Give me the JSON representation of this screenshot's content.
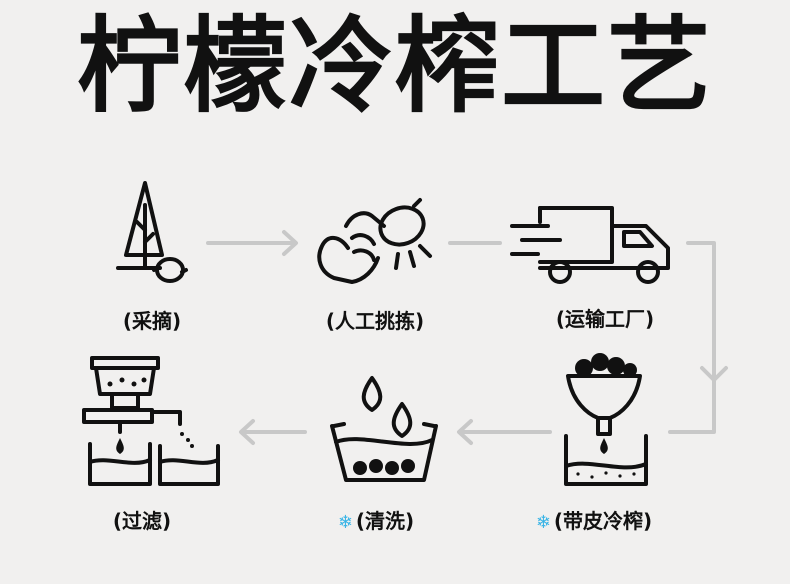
{
  "title": "柠檬冷榨工艺",
  "colors": {
    "ink": "#111111",
    "arrow": "#c8c8c8",
    "snow": "#39b4e6",
    "background": "#f1f0ef"
  },
  "steps": [
    {
      "label": "(采摘)",
      "icon": "tree-lemon-icon",
      "cold": false
    },
    {
      "label": "(人工挑拣)",
      "icon": "hand-pick-lemon-icon",
      "cold": false
    },
    {
      "label": "(运输工厂)",
      "icon": "truck-icon",
      "cold": false
    },
    {
      "label": "(带皮冷榨)",
      "icon": "funnel-press-icon",
      "cold": true
    },
    {
      "label": "(清洗)",
      "icon": "wash-bowl-icon",
      "cold": true
    },
    {
      "label": "(过滤)",
      "icon": "filter-tanks-icon",
      "cold": false
    }
  ],
  "cold_icon": "snowflake-icon"
}
